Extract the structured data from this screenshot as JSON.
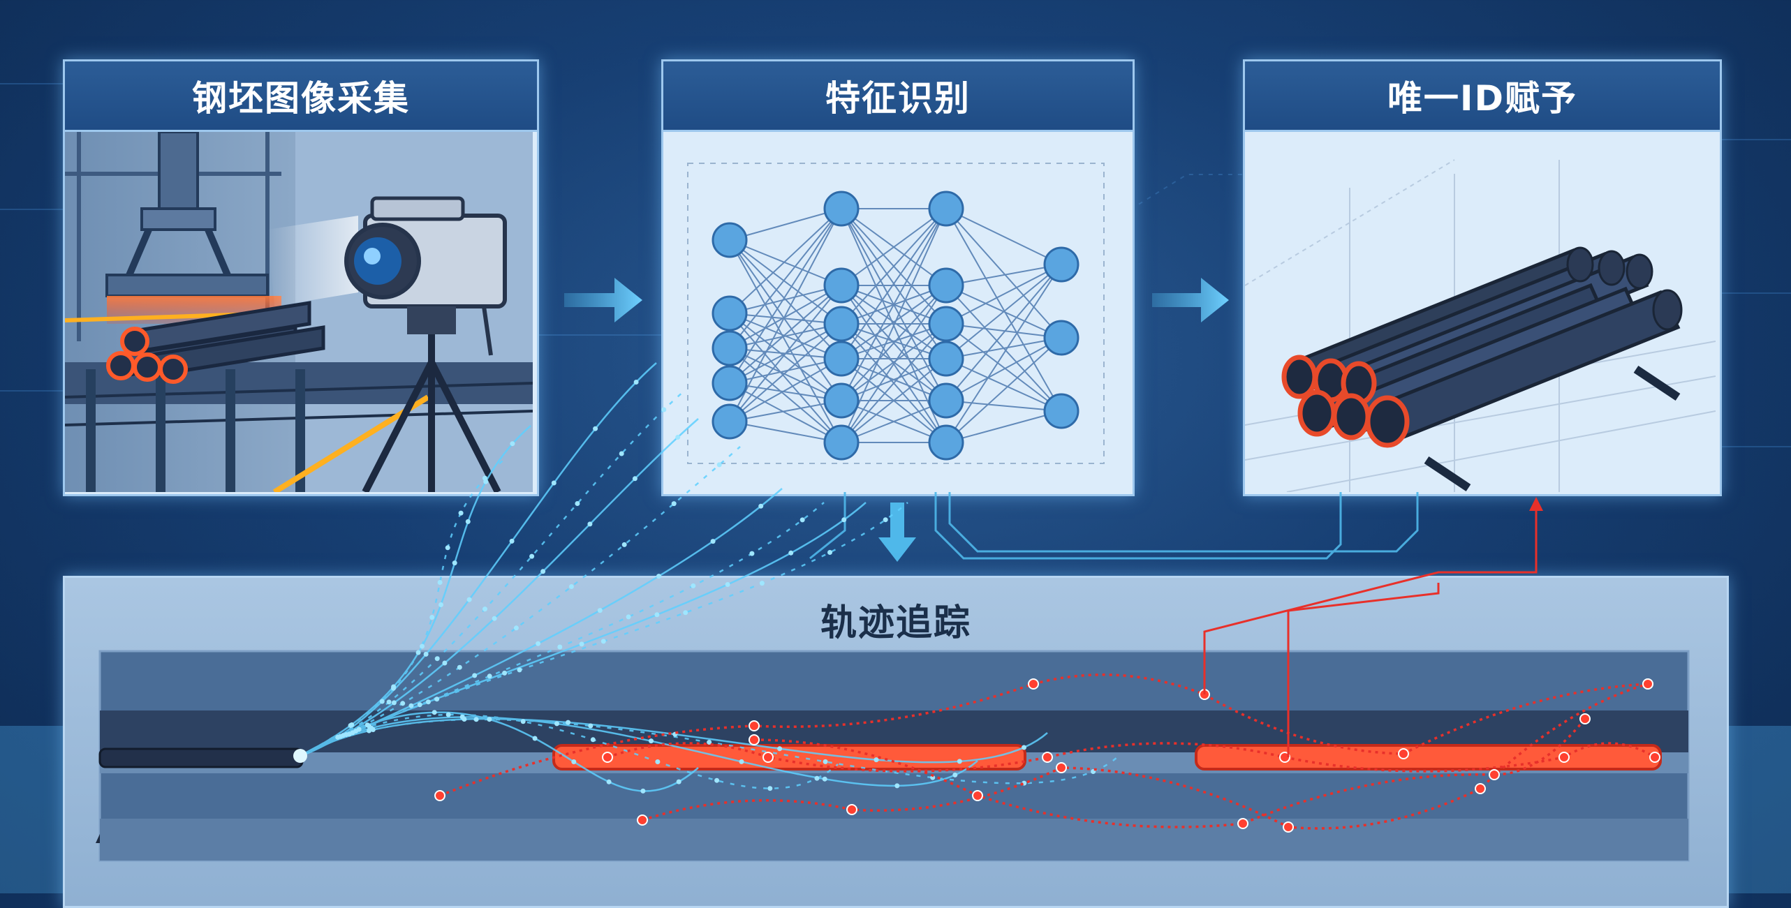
{
  "panels": {
    "acquire": {
      "title": "钢坯图像采集"
    },
    "feature": {
      "title": "特征识别"
    },
    "id_assign": {
      "title": "唯一ID赋予"
    },
    "tracking": {
      "title": "轨迹追踪"
    }
  },
  "colors": {
    "background": "#173f73",
    "panel_header": "#234f88",
    "panel_body": "#dcecfa",
    "accent_cyan": "#4fb8ea",
    "node_blue": "#5aa5e0",
    "trajectory_red": "#e8302a",
    "hot_steel": "#ff5a2a"
  },
  "icons": [
    "camera-icon",
    "neural-network-icon",
    "steel-billet-stack-icon",
    "arrow-right-icon",
    "arrow-down-icon"
  ]
}
